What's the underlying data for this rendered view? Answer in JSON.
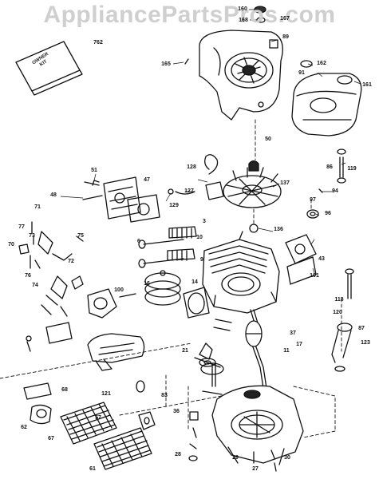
{
  "watermark": "AppliancePartsPros.com",
  "booklet": {
    "line1": "OWNER",
    "line2": "KIT"
  },
  "callouts": [
    {
      "id": "c160",
      "text": "160"
    },
    {
      "id": "c167",
      "text": "167"
    },
    {
      "id": "c168",
      "text": "168"
    },
    {
      "id": "c89",
      "text": "89"
    },
    {
      "id": "c762",
      "text": "762"
    },
    {
      "id": "c165",
      "text": "165"
    },
    {
      "id": "c162",
      "text": "162"
    },
    {
      "id": "c91",
      "text": "91"
    },
    {
      "id": "c161",
      "text": "161"
    },
    {
      "id": "c50",
      "text": "50"
    },
    {
      "id": "c86",
      "text": "86"
    },
    {
      "id": "c119",
      "text": "119"
    },
    {
      "id": "c94",
      "text": "94"
    },
    {
      "id": "c137",
      "text": "137"
    },
    {
      "id": "c97",
      "text": "97"
    },
    {
      "id": "c96",
      "text": "96"
    },
    {
      "id": "c51",
      "text": "51"
    },
    {
      "id": "c47",
      "text": "47"
    },
    {
      "id": "c48",
      "text": "48"
    },
    {
      "id": "c127",
      "text": "127"
    },
    {
      "id": "c128",
      "text": "128"
    },
    {
      "id": "c129",
      "text": "129"
    },
    {
      "id": "c71",
      "text": "71"
    },
    {
      "id": "c77",
      "text": "77"
    },
    {
      "id": "c73",
      "text": "73"
    },
    {
      "id": "c75",
      "text": "75"
    },
    {
      "id": "c70",
      "text": "70"
    },
    {
      "id": "c72",
      "text": "72"
    },
    {
      "id": "c74",
      "text": "74"
    },
    {
      "id": "c76",
      "text": "76"
    },
    {
      "id": "c136",
      "text": "136"
    },
    {
      "id": "c6",
      "text": "6"
    },
    {
      "id": "c10",
      "text": "10"
    },
    {
      "id": "c9",
      "text": "9"
    },
    {
      "id": "c3",
      "text": "3"
    },
    {
      "id": "c43",
      "text": "43"
    },
    {
      "id": "c101",
      "text": "101"
    },
    {
      "id": "c100",
      "text": "100"
    },
    {
      "id": "c16",
      "text": "16"
    },
    {
      "id": "c14",
      "text": "14"
    },
    {
      "id": "c118",
      "text": "118"
    },
    {
      "id": "c120",
      "text": "120"
    },
    {
      "id": "c87",
      "text": "87"
    },
    {
      "id": "c123",
      "text": "123"
    },
    {
      "id": "c37",
      "text": "37"
    },
    {
      "id": "c17",
      "text": "17"
    },
    {
      "id": "c11",
      "text": "11"
    },
    {
      "id": "c21",
      "text": "21"
    },
    {
      "id": "c121",
      "text": "121"
    },
    {
      "id": "c83",
      "text": "83"
    },
    {
      "id": "c57",
      "text": "57"
    },
    {
      "id": "c68",
      "text": "68"
    },
    {
      "id": "c62",
      "text": "62"
    },
    {
      "id": "c67",
      "text": "67"
    },
    {
      "id": "c61",
      "text": "61"
    },
    {
      "id": "c36",
      "text": "36"
    },
    {
      "id": "c28",
      "text": "28"
    },
    {
      "id": "c29",
      "text": "29"
    },
    {
      "id": "c27",
      "text": "27"
    },
    {
      "id": "c30",
      "text": "30"
    }
  ]
}
